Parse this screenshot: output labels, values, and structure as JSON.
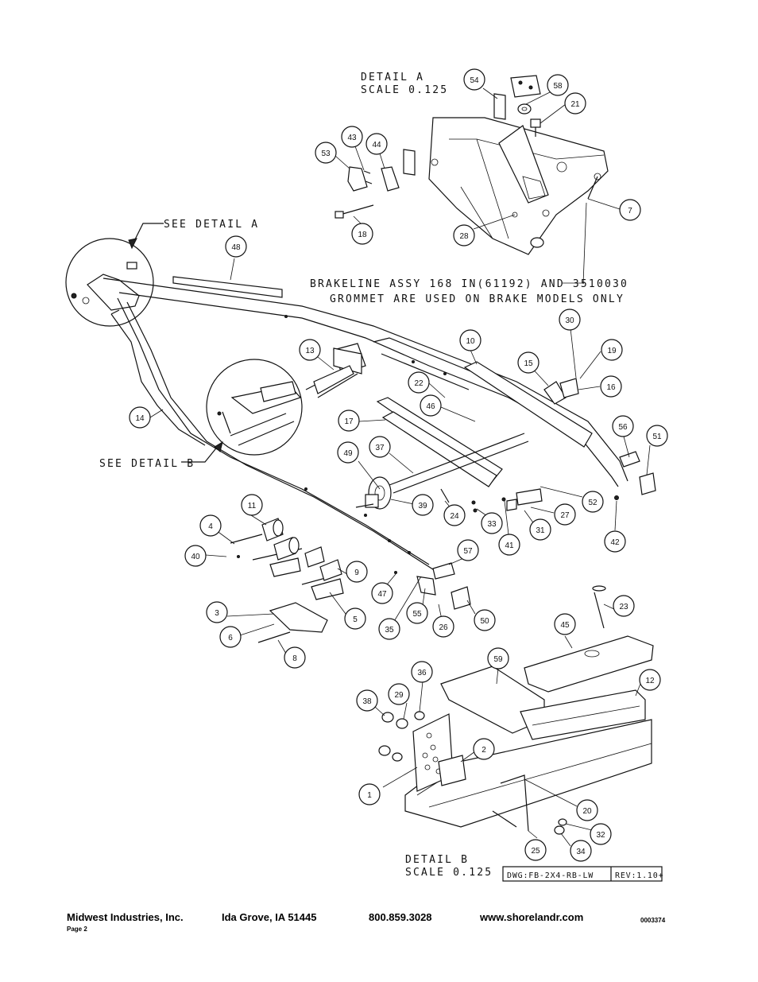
{
  "detail_a": {
    "title": "DETAIL  A",
    "scale": "SCALE  0.125"
  },
  "detail_b": {
    "title": "DETAIL  B",
    "scale": "SCALE  0.125"
  },
  "see_detail_a": "SEE DETAIL  A",
  "see_detail_b": "SEE DETAIL  B",
  "note_line1": "BRAKELINE ASSY 168 IN(61192) AND 3510030",
  "note_line2": "GROMMET ARE USED ON BRAKE MODELS ONLY",
  "title_block": {
    "dwg": "DWG:FB-2X4-RB-LW",
    "rev": "REV:1.10+"
  },
  "footer": {
    "company": "Midwest Industries, Inc.",
    "page": "Page 2",
    "city": "Ida Grove, IA  51445",
    "phone": "800.859.3028",
    "website": "www.shorelandr.com",
    "doc_number": "0003374"
  },
  "callouts": {
    "c1": "1",
    "c2": "2",
    "c3": "3",
    "c4": "4",
    "c5": "5",
    "c6": "6",
    "c7": "7",
    "c8": "8",
    "c9": "9",
    "c10": "10",
    "c11": "11",
    "c12": "12",
    "c13": "13",
    "c14": "14",
    "c15": "15",
    "c16": "16",
    "c17": "17",
    "c18": "18",
    "c19": "19",
    "c20": "20",
    "c21": "21",
    "c22": "22",
    "c23": "23",
    "c24": "24",
    "c25": "25",
    "c26": "26",
    "c27": "27",
    "c28": "28",
    "c29": "29",
    "c30": "30",
    "c31": "31",
    "c32": "32",
    "c33": "33",
    "c34": "34",
    "c35": "35",
    "c36": "36",
    "c37": "37",
    "c38": "38",
    "c39": "39",
    "c40": "40",
    "c41": "41",
    "c42": "42",
    "c43": "43",
    "c44": "44",
    "c45": "45",
    "c46": "46",
    "c47": "47",
    "c48": "48",
    "c49": "49",
    "c50": "50",
    "c51": "51",
    "c52": "52",
    "c53": "53",
    "c54": "54",
    "c55": "55",
    "c56": "56",
    "c57": "57",
    "c58": "58",
    "c59": "59"
  }
}
